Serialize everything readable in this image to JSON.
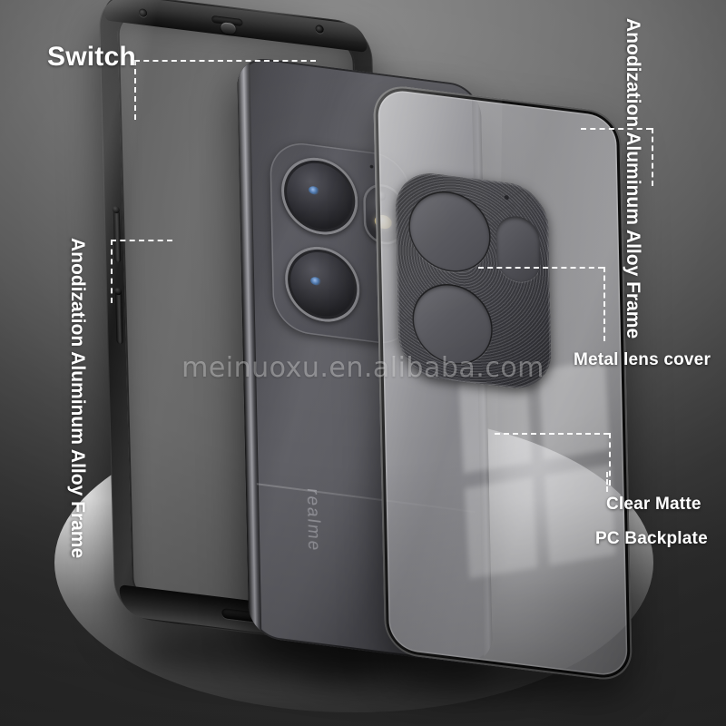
{
  "image": {
    "type": "product-photo",
    "subject": "two-piece magnetic phone case exploded view",
    "background_color": "#5d5d5d",
    "platform_color": "#ffffff"
  },
  "watermark": {
    "text": "meinuoxu.en.alibaba.com",
    "color": "#ffffff"
  },
  "annotations": {
    "switch": {
      "label": "Switch",
      "font_size": 30
    },
    "alloy_left": {
      "label": "Anodization Aluminum Alloy Frame"
    },
    "alloy_right": {
      "label": "Anodization Aluminum Alloy Frame"
    },
    "lens_cover": {
      "label": "Metal lens cover"
    },
    "backplate": {
      "label_line1": "Clear Matte",
      "label_line2": "PC Backplate"
    }
  },
  "product": {
    "phone_brand": "realme",
    "parts": [
      {
        "name": "Anodization Aluminum Alloy Frame",
        "color": "#1a1a1a"
      },
      {
        "name": "Metal lens cover",
        "color": "#3f3f45"
      },
      {
        "name": "Clear Matte PC Backplate",
        "color": "#aaaaae"
      }
    ],
    "camera": {
      "lens_count": 3,
      "flash": "LED flash"
    }
  },
  "colors": {
    "label_text": "#ffffff",
    "leader_line": "#ffffff",
    "frame_metal": "#1a1a1a",
    "phone_body": "#55555b",
    "backplate_glass": "#aaaaae"
  }
}
